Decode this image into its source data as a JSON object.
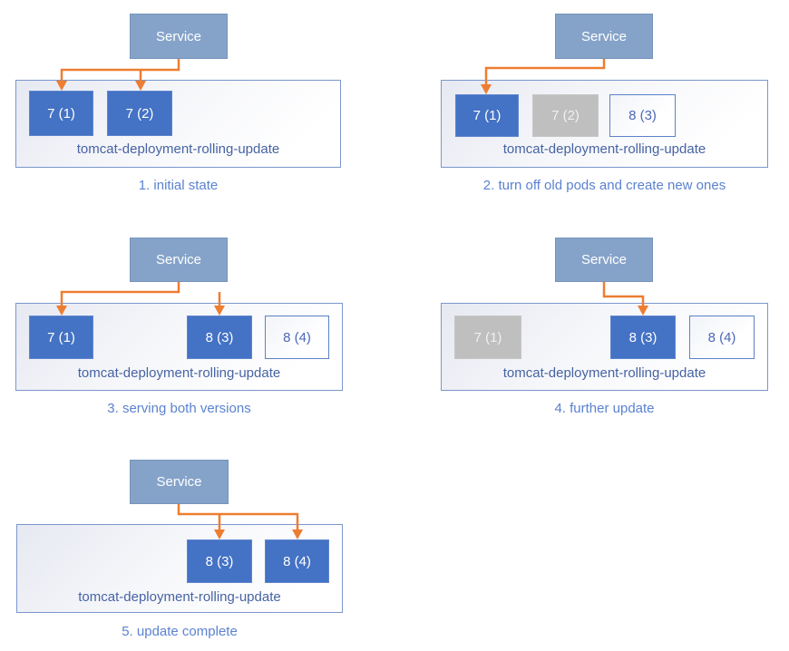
{
  "service_label": "Service",
  "deployment_label": "tomcat-deployment-rolling-update",
  "colors": {
    "service_fill": "#85A3C9",
    "pod_active_fill": "#4472C4",
    "pod_stopped_fill": "#BFBFBF",
    "pod_new_border": "#5B82C8",
    "pod_new_text": "#4C68B8",
    "deployment_border": "#7B96CC",
    "deployment_fill_gradient_start": "#E7E9F2",
    "arrow": "#ED7D31",
    "deployment_label_text": "#4663A4",
    "caption_text": "#5B82D0"
  },
  "panels": [
    {
      "caption": "1. initial state",
      "pods": [
        {
          "label": "7 (1)",
          "state": "active"
        },
        {
          "label": "7 (2)",
          "state": "active"
        }
      ]
    },
    {
      "caption": "2. turn off old pods and create new ones",
      "pods": [
        {
          "label": "7 (1)",
          "state": "active"
        },
        {
          "label": "7 (2)",
          "state": "stopped"
        },
        {
          "label": "8 (3)",
          "state": "new"
        }
      ]
    },
    {
      "caption": "3. serving both versions",
      "pods": [
        {
          "label": "7 (1)",
          "state": "active"
        },
        {
          "label": "8 (3)",
          "state": "active"
        },
        {
          "label": "8 (4)",
          "state": "new"
        }
      ]
    },
    {
      "caption": "4. further update",
      "pods": [
        {
          "label": "7 (1)",
          "state": "stopped"
        },
        {
          "label": "8 (3)",
          "state": "active"
        },
        {
          "label": "8 (4)",
          "state": "new"
        }
      ]
    },
    {
      "caption": "5. update complete",
      "pods": [
        {
          "label": "8 (3)",
          "state": "active"
        },
        {
          "label": "8 (4)",
          "state": "active"
        }
      ]
    }
  ]
}
